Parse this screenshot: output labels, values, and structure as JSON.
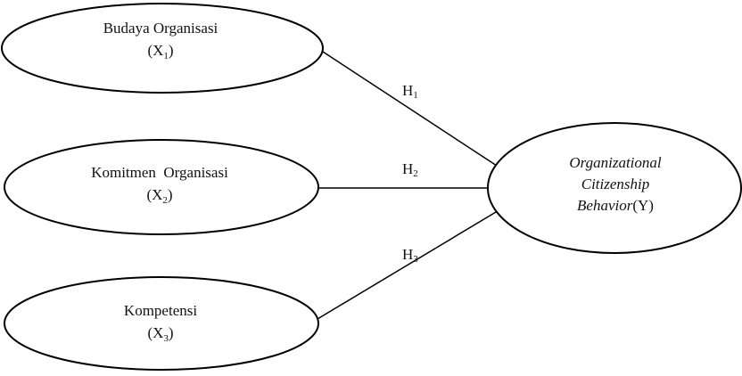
{
  "diagram": {
    "independent": [
      {
        "name": "Budaya Organisasi",
        "var": "X",
        "var_sub": "1"
      },
      {
        "name": "Komitmen  Organisasi",
        "var": "X",
        "var_sub": "2"
      },
      {
        "name": "Kompetensi",
        "var": "X",
        "var_sub": "3"
      }
    ],
    "dependent": {
      "line1": "Organizational",
      "line2": "Citizenship",
      "line3_italic": "Behavior",
      "line3_var": "(Y)"
    },
    "hypotheses": [
      {
        "label": "H",
        "sub": "1"
      },
      {
        "label": "H",
        "sub": "2"
      },
      {
        "label": "H",
        "sub": "3"
      }
    ]
  }
}
